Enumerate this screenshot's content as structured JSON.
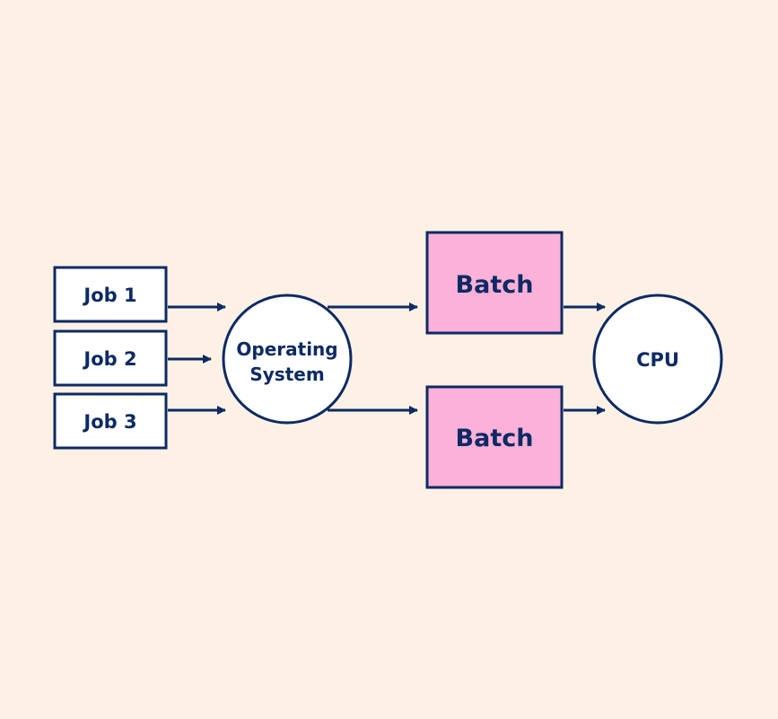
{
  "colors": {
    "background": "#fdf1e6",
    "stroke": "#0d2a63",
    "text": "#0d2a63",
    "box_fill": "#ffffff",
    "batch_fill": "#fbb1d8"
  },
  "jobs": [
    {
      "label": "Job 1"
    },
    {
      "label": "Job 2"
    },
    {
      "label": "Job 3"
    }
  ],
  "os": {
    "line1": "Operating",
    "line2": "System"
  },
  "batches": [
    {
      "label": "Batch"
    },
    {
      "label": "Batch"
    }
  ],
  "cpu": {
    "label": "CPU"
  }
}
